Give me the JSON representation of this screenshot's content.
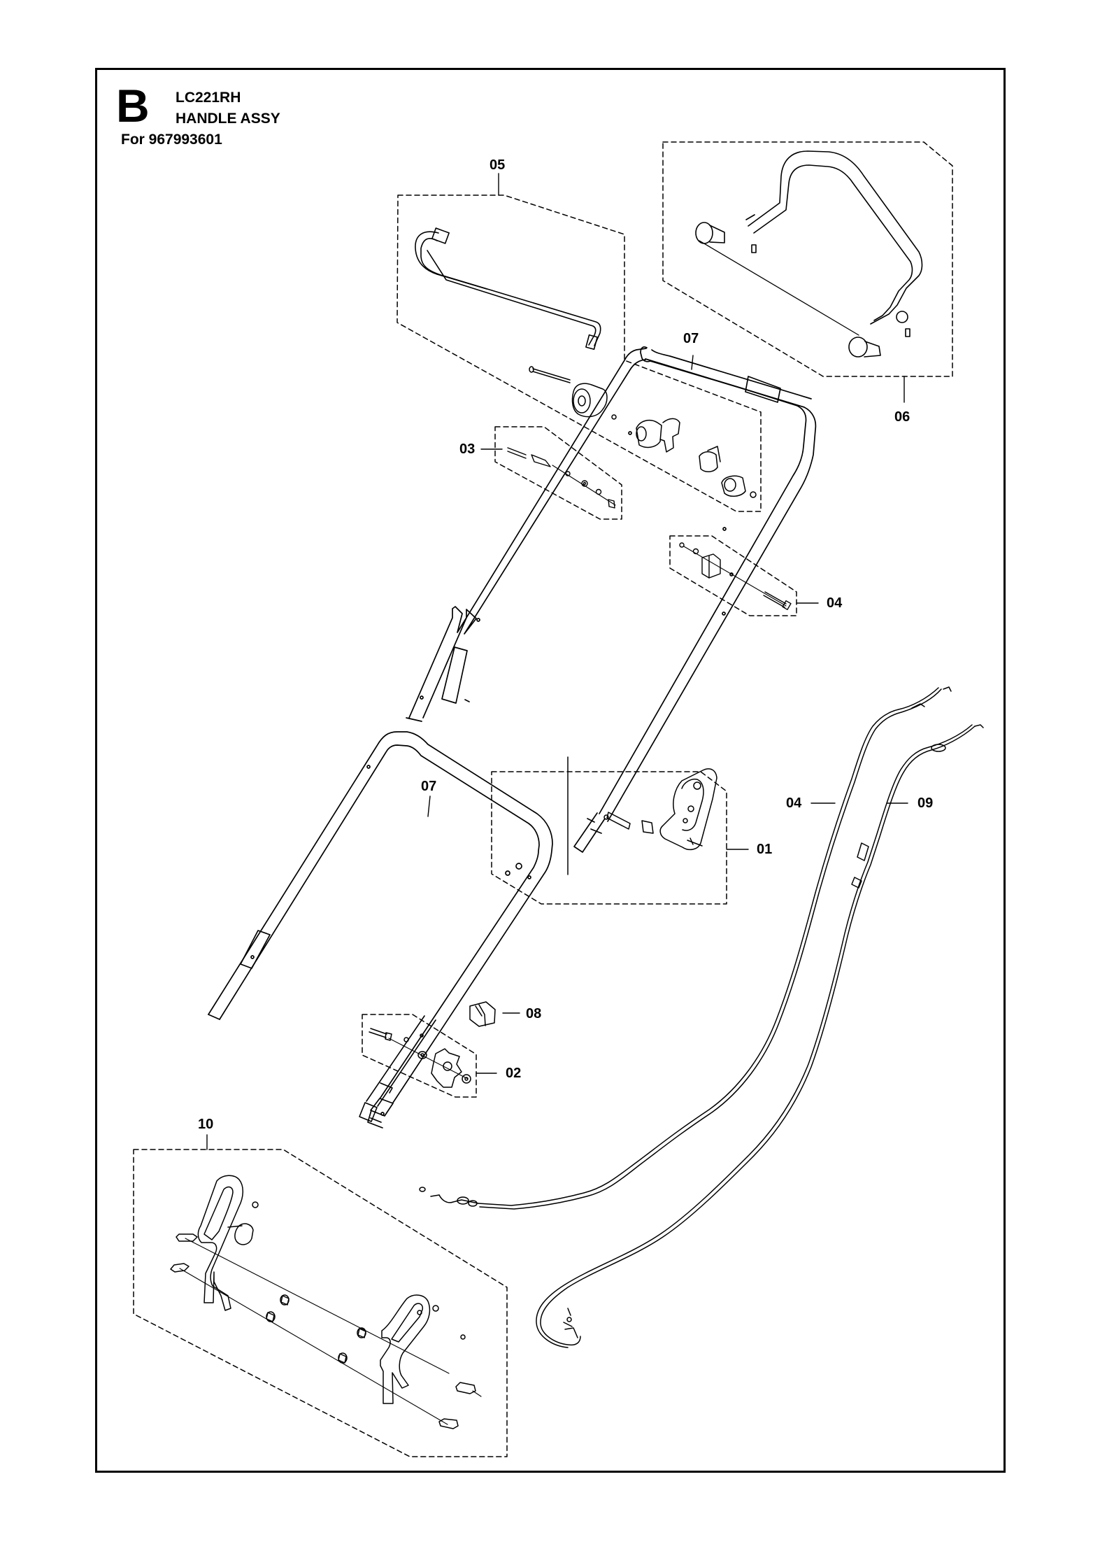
{
  "header": {
    "section_letter": "B",
    "model": "LC221RH",
    "assembly_name": "HANDLE ASSY",
    "for_line": "For 967993601"
  },
  "callouts": {
    "c01": "01",
    "c02": "02",
    "c03": "03",
    "c04_bracket": "04",
    "c04_cable": "04",
    "c05": "05",
    "c06": "06",
    "c07_upper": "07",
    "c07_lower": "07",
    "c08": "08",
    "c09": "09",
    "c10": "10"
  }
}
